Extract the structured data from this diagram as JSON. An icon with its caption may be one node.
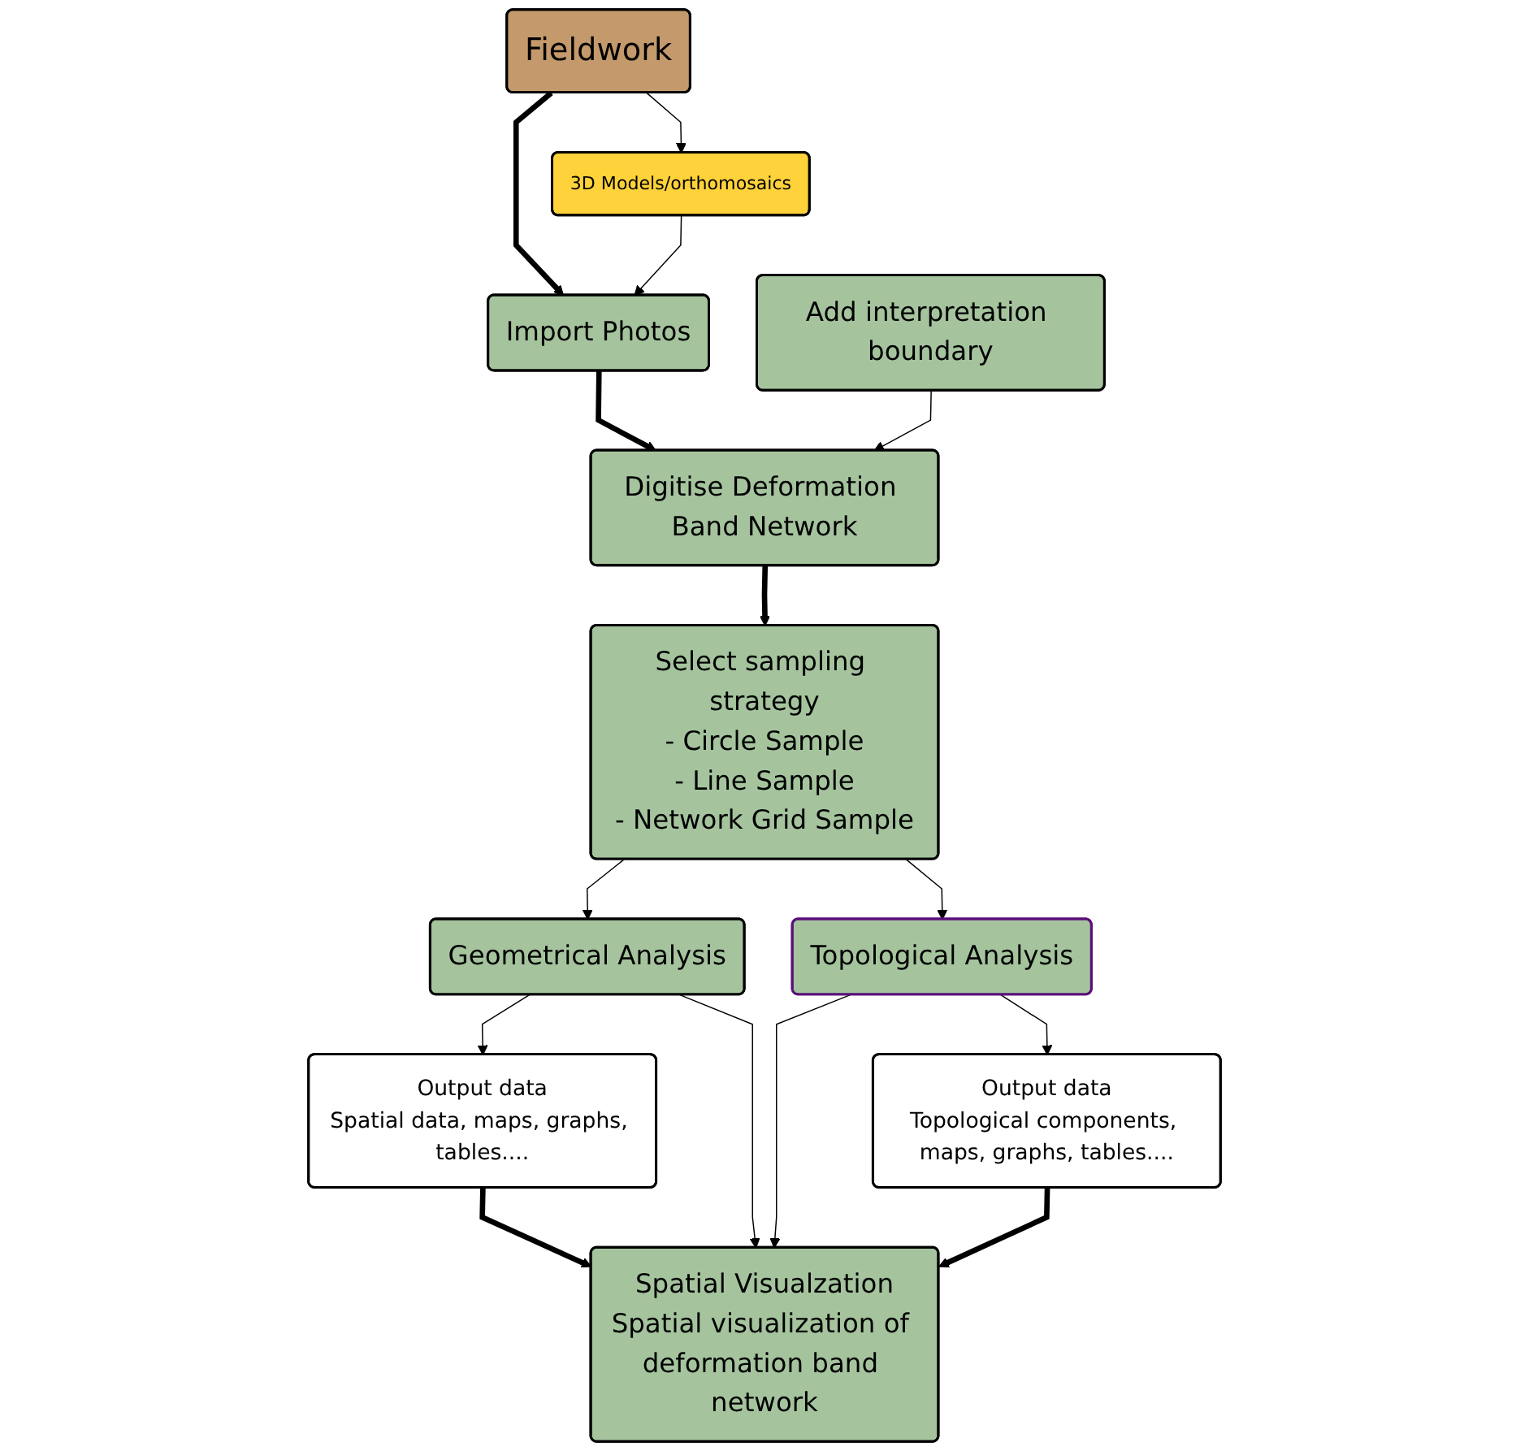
{
  "diagram": {
    "nodes": [
      {
        "text": [
          "Fieldwork"
        ]
      },
      {
        "text": [
          "Import Photos"
        ]
      },
      {
        "text": [
          "3D Models/orthomosaics"
        ]
      },
      {
        "text": [
          "Add interpretation boundary"
        ]
      },
      {
        "text": [
          "Digitise Deformation Band Network"
        ]
      },
      {
        "text": [
          "Select sampling strategy",
          "- Circle Sample",
          "- Line Sample",
          "- Network Grid Sample"
        ]
      },
      {
        "text": [
          "Geometrical Analysis"
        ]
      },
      {
        "text": [
          "Topological Analysis"
        ]
      },
      {
        "text": [
          "Output data",
          "Spatial data, maps, graphs, tables...."
        ]
      },
      {
        "text": [
          "Spatial Visualzation",
          "Spatial visualization of deformation band network"
        ]
      },
      {
        "text": [
          "Output data",
          "Topological components, maps, graphs, tables...."
        ]
      }
    ],
    "edges": [
      {
        "from": 0,
        "to": 1,
        "arrow": "to",
        "style": "thick"
      },
      {
        "from": 0,
        "to": 2,
        "arrow": "to"
      },
      {
        "from": 2,
        "to": 1,
        "arrow": "to"
      },
      {
        "from": 1,
        "to": 4,
        "arrow": "to",
        "style": "thick"
      },
      {
        "from": 3,
        "to": 4,
        "arrow": "to"
      },
      {
        "from": 4,
        "to": 5,
        "arrow": "to",
        "style": "thick"
      },
      {
        "from": 5,
        "to": 6,
        "arrow": "to"
      },
      {
        "from": 5,
        "to": 7,
        "arrow": "to"
      },
      {
        "from": 6,
        "to": 8,
        "arrow": "to"
      },
      {
        "from": 6,
        "to": 9,
        "arrow": "to"
      },
      {
        "from": 7,
        "to": 9,
        "arrow": "to"
      },
      {
        "from": 7,
        "to": 10,
        "arrow": "to"
      },
      {
        "from": 8,
        "to": 9,
        "arrow": "to",
        "style": "thick"
      },
      {
        "from": 10,
        "to": 9,
        "arrow": "to",
        "style": "thick"
      }
    ]
  }
}
